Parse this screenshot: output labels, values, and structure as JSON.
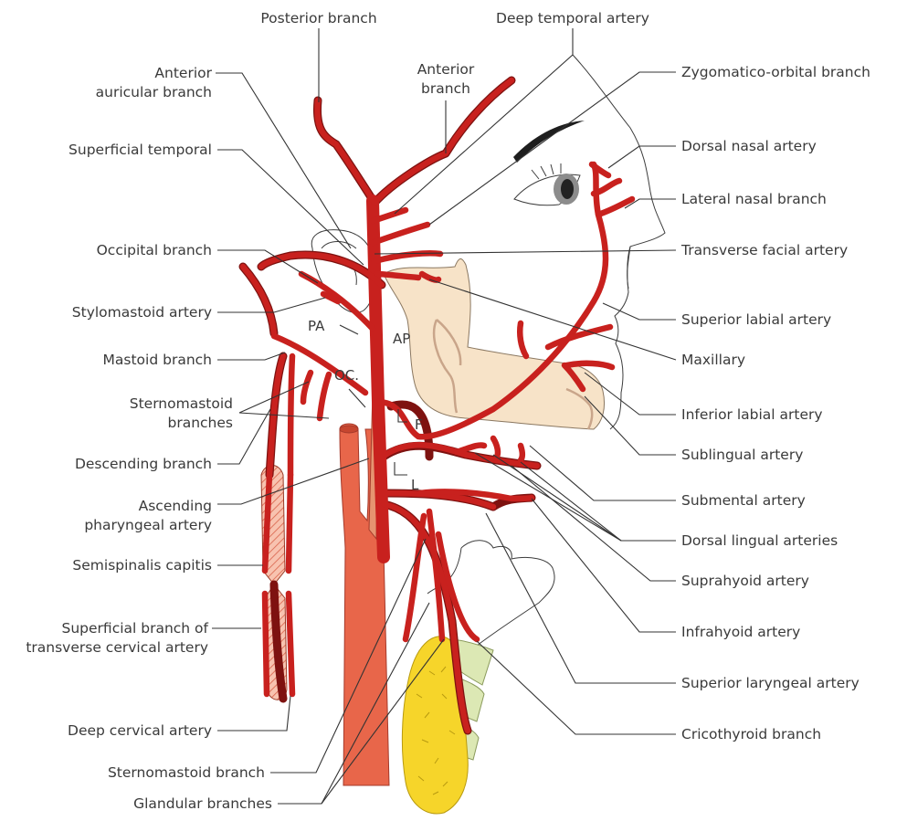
{
  "labels": {
    "posterior_branch": "Posterior branch",
    "deep_temporal_artery": "Deep temporal artery",
    "anterior_auricular_1": "Anterior",
    "anterior_auricular_2": "auricular branch",
    "anterior_branch_1": "Anterior",
    "anterior_branch_2": "branch",
    "zygomatico_orbital": "Zygomatico-orbital branch",
    "superficial_temporal": "Superficial temporal",
    "dorsal_nasal": "Dorsal nasal artery",
    "lateral_nasal": "Lateral nasal branch",
    "occipital_branch": "Occipital branch",
    "transverse_facial": "Transverse facial artery",
    "stylomastoid": "Stylomastoid artery",
    "superior_labial": "Superior labial artery",
    "mastoid_branch": "Mastoid branch",
    "maxillary": "Maxillary",
    "sternomastoid_branches_1": "Sternomastoid",
    "sternomastoid_branches_2": "branches",
    "inferior_labial": "Inferior labial artery",
    "descending_branch": "Descending branch",
    "sublingual": "Sublingual artery",
    "ascending_pharyngeal_1": "Ascending",
    "ascending_pharyngeal_2": "pharyngeal artery",
    "submental": "Submental artery",
    "dorsal_lingual": "Dorsal lingual arteries",
    "semispinalis_capitis": "Semispinalis capitis",
    "suprahyoid": "Suprahyoid artery",
    "superficial_branch_1": "Superficial branch of",
    "superficial_branch_2": "transverse cervical artery",
    "infrahyoid": "Infrahyoid artery",
    "superior_laryngeal": "Superior laryngeal artery",
    "deep_cervical": "Deep cervical artery",
    "cricothyroid": "Cricothyroid branch",
    "sternomastoid_branch": "Sternomastoid branch",
    "glandular_branches": "Glandular branches"
  },
  "abbreviations": {
    "pa": "PA",
    "ap": "AP",
    "oc": "OC.",
    "f": "F",
    "l": "L"
  },
  "colors": {
    "artery": "#c8211e",
    "artery_dark": "#7e1210",
    "carotid_trunk": "#e8664a",
    "bone": "#f7e3c8",
    "thyroid": "#f6d52a",
    "cartilage": "#dce8b4",
    "muscle_hatch": "#f3a48a"
  }
}
